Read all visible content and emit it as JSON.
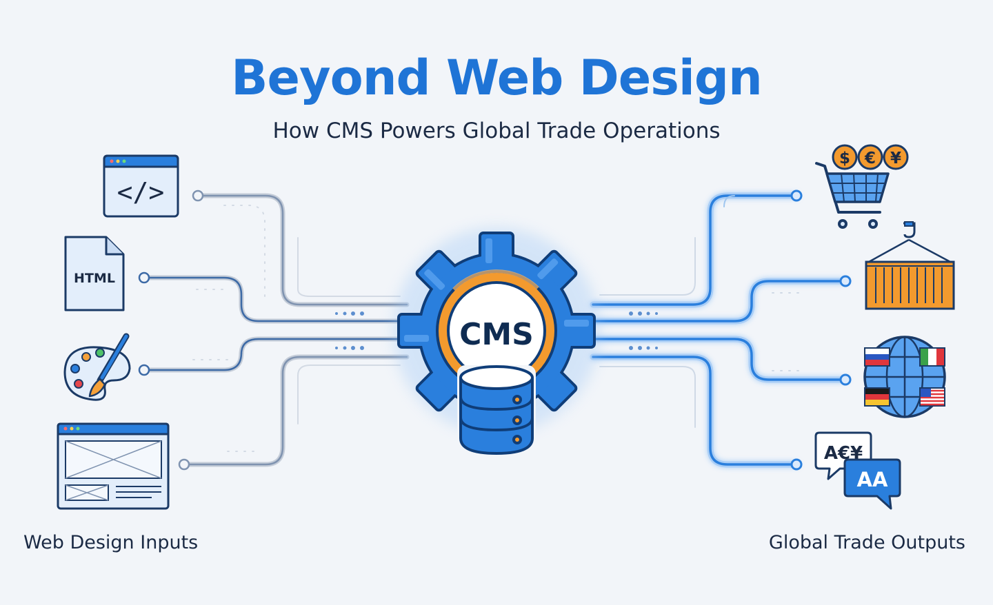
{
  "title": "Beyond Web Design",
  "subtitle": "How CMS Powers Global Trade Operations",
  "hub": {
    "label": "CMS",
    "icon": "cms-gear-database-icon"
  },
  "inputs": {
    "caption": "Web Design Inputs",
    "items": [
      {
        "name": "code-editor",
        "icon": "code-window-icon",
        "label": "</>"
      },
      {
        "name": "html-file",
        "icon": "html-file-icon",
        "label": "HTML"
      },
      {
        "name": "design-palette",
        "icon": "paint-palette-icon"
      },
      {
        "name": "page-layout",
        "icon": "wireframe-layout-icon"
      }
    ]
  },
  "outputs": {
    "caption": "Global Trade Outputs",
    "items": [
      {
        "name": "multi-currency-commerce",
        "icon": "shopping-cart-currency-icon",
        "currencies": [
          "$",
          "€",
          "¥"
        ]
      },
      {
        "name": "shipping-logistics",
        "icon": "shipping-container-icon"
      },
      {
        "name": "international-markets",
        "icon": "globe-flags-icon"
      },
      {
        "name": "translation",
        "icon": "translation-bubbles-icon",
        "labels": [
          "A€¥",
          "AA"
        ]
      }
    ]
  },
  "colors": {
    "title": "#1f74d6",
    "text": "#1b2a44",
    "accent_blue": "#2a7fdd",
    "accent_orange": "#f39a2e",
    "line_gray": "#b8c2d1",
    "background": "#f2f5f9"
  }
}
